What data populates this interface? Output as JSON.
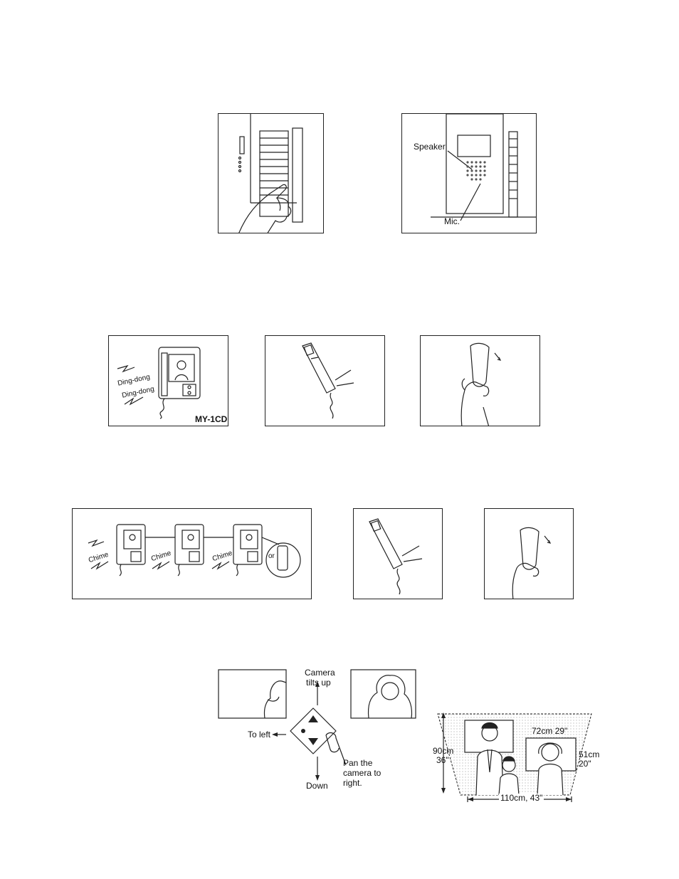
{
  "panel_1": {},
  "panel_2": {
    "speaker_label": "Speaker",
    "mic_label": "Mic."
  },
  "panel_3": {
    "sound_1": "Ding-dong",
    "sound_2": "Ding-dong",
    "model": "MY-1CD"
  },
  "panel_4": {},
  "panel_5": {},
  "panel_6": {
    "chime_1": "Chime",
    "chime_2": "Chime",
    "chime_3": "Chime",
    "or_label": "or"
  },
  "panel_7": {},
  "panel_8": {},
  "camera_control": {
    "tilt_up_line1": "Camera",
    "tilt_up_line2": "tilts up",
    "left_label": "To left",
    "down_label": "Down",
    "pan_right_line1": "Pan the",
    "pan_right_line2": "camera to",
    "pan_right_line3": "right."
  },
  "coverage": {
    "height_cm": "90cm",
    "height_in": "36\"",
    "width_top": "72cm 29\"",
    "inner_cm": "51cm",
    "inner_in": "20\"",
    "width_bottom": "110cm, 43\""
  }
}
